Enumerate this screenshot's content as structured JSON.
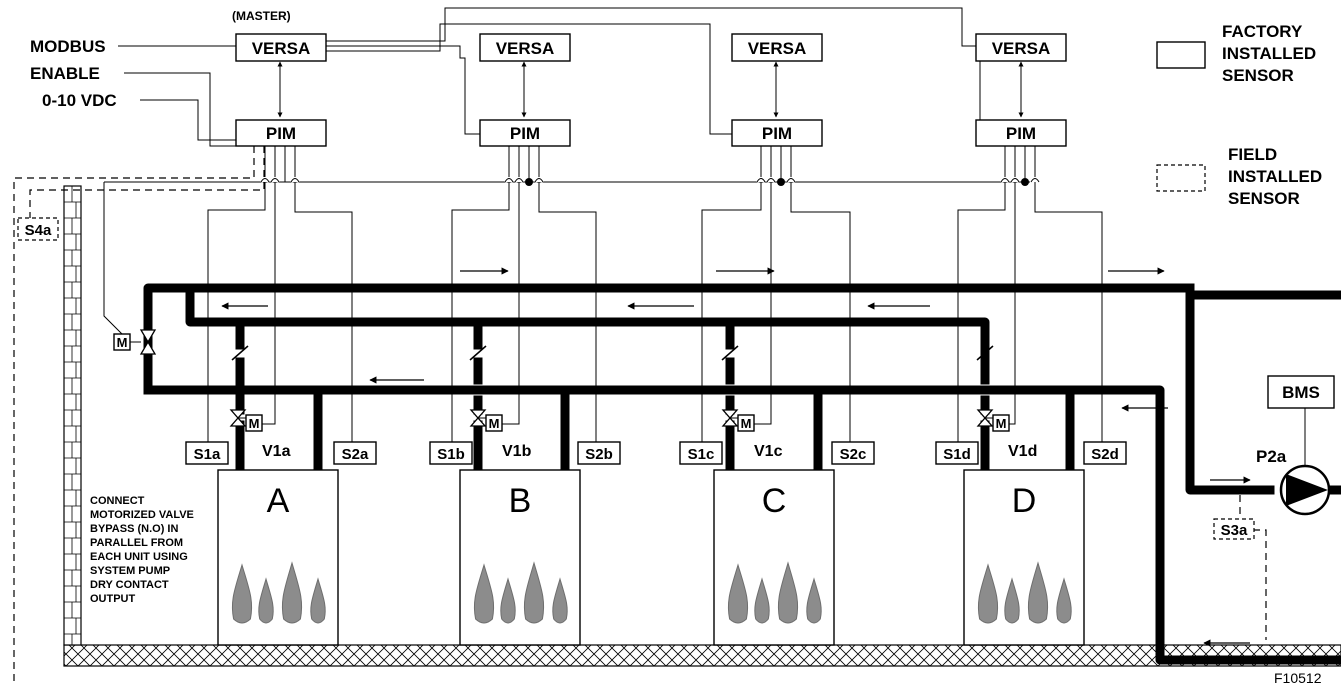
{
  "labels": {
    "master": "(MASTER)",
    "modbus": "MODBUS",
    "enable": "ENABLE",
    "analog": "0-10 VDC",
    "versa": "VERSA",
    "pim": "PIM",
    "motor": "M",
    "bms": "BMS",
    "pump": "P2a",
    "s3a": "S3a",
    "s4a": "S4a",
    "figure_id": "F10512"
  },
  "legend": {
    "factory": [
      "FACTORY",
      "INSTALLED",
      "SENSOR"
    ],
    "field": [
      "FIELD",
      "INSTALLED",
      "SENSOR"
    ]
  },
  "note": [
    "CONNECT",
    "MOTORIZED VALVE",
    "BYPASS (N.O) IN",
    "PARALLEL FROM",
    "EACH UNIT USING",
    "SYSTEM PUMP",
    "DRY CONTACT",
    "OUTPUT"
  ],
  "units": [
    {
      "letter": "A",
      "s1": "S1a",
      "valve": "V1a",
      "s2": "S2a"
    },
    {
      "letter": "B",
      "s1": "S1b",
      "valve": "V1b",
      "s2": "S2b"
    },
    {
      "letter": "C",
      "s1": "S1c",
      "valve": "V1c",
      "s2": "S2c"
    },
    {
      "letter": "D",
      "s1": "S1d",
      "valve": "V1d",
      "s2": "S2d"
    }
  ]
}
